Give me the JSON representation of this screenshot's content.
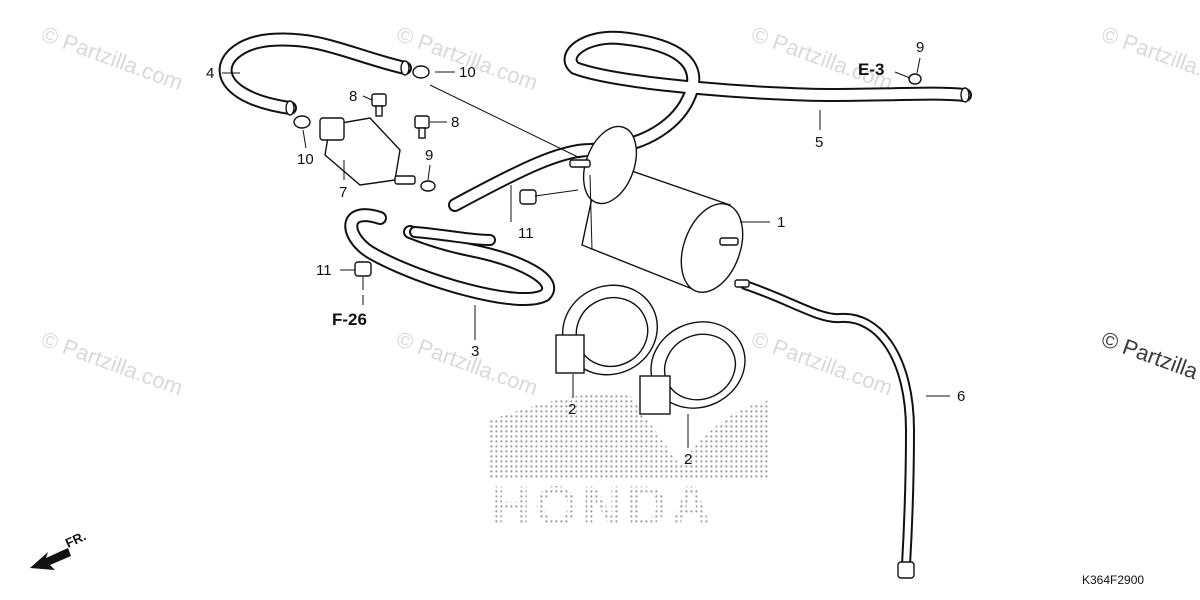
{
  "diagram": {
    "callouts": [
      {
        "id": "1",
        "label": "1"
      },
      {
        "id": "2a",
        "label": "2"
      },
      {
        "id": "2b",
        "label": "2"
      },
      {
        "id": "3",
        "label": "3"
      },
      {
        "id": "4",
        "label": "4"
      },
      {
        "id": "5",
        "label": "5"
      },
      {
        "id": "6",
        "label": "6"
      },
      {
        "id": "7",
        "label": "7"
      },
      {
        "id": "8a",
        "label": "8"
      },
      {
        "id": "8b",
        "label": "8"
      },
      {
        "id": "9a",
        "label": "9"
      },
      {
        "id": "9b",
        "label": "9"
      },
      {
        "id": "10a",
        "label": "10"
      },
      {
        "id": "10b",
        "label": "10"
      },
      {
        "id": "11a",
        "label": "11"
      },
      {
        "id": "11b",
        "label": "11"
      }
    ],
    "cross_refs": {
      "e3": "E-3",
      "f26": "F-26"
    },
    "front_indicator": "FR.",
    "figure_code": "K364F2900",
    "brand_mark": "HONDA",
    "watermark": "© Partzilla.com",
    "watermark_edge": "© Partzilla"
  }
}
